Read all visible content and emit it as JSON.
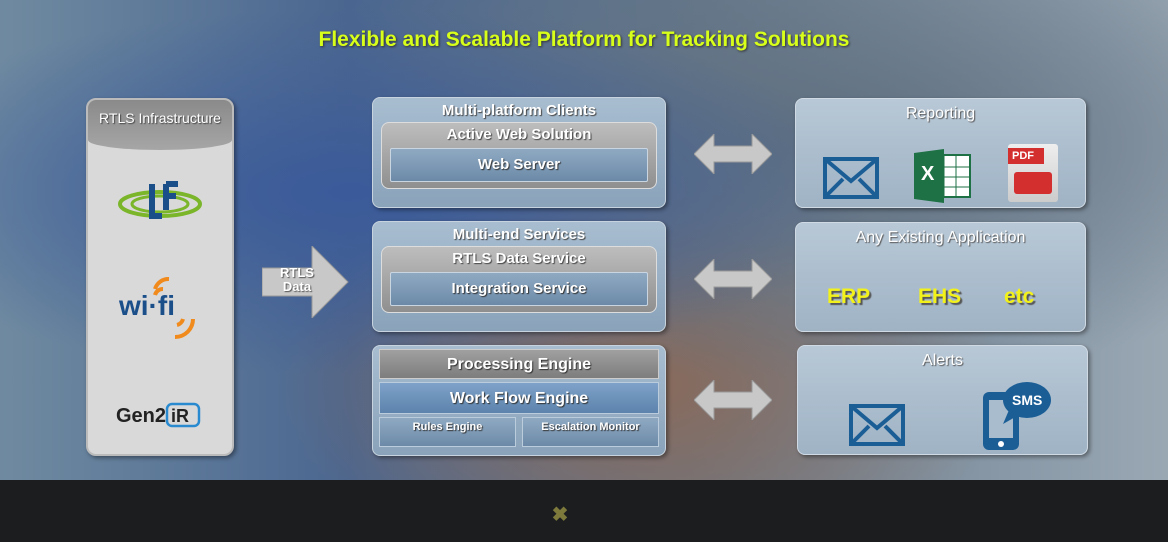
{
  "title": "Flexible and Scalable Platform for Tracking Solutions",
  "infrastructure": {
    "heading": "RTLS Infrastructure",
    "logos": [
      "LF",
      "wi-fi",
      "Gen2iR"
    ]
  },
  "data_arrow": {
    "line1": "RTLS",
    "line2": "Data"
  },
  "clients": {
    "heading": "Multi-platform Clients",
    "inner_heading": "Active Web Solution",
    "bar": "Web Server"
  },
  "services": {
    "heading": "Multi-end Services",
    "inner_heading": "RTLS Data Service",
    "bar": "Integration Service"
  },
  "engine": {
    "processing": "Processing Engine",
    "workflow": "Work Flow Engine",
    "rules": "Rules Engine",
    "escalation": "Escalation Monitor"
  },
  "reporting": {
    "heading": "Reporting",
    "pdf_label": "PDF",
    "excel_label": "X"
  },
  "applications": {
    "heading": "Any Existing Application",
    "items": [
      "ERP",
      "EHS",
      "etc"
    ]
  },
  "alerts": {
    "heading": "Alerts",
    "sms_label": "SMS"
  },
  "footer": {
    "close": "✖"
  },
  "colors": {
    "title": "#d8ff1a",
    "icon_blue": "#1b5e96",
    "excel_green": "#1e7145",
    "pdf_red": "#d32f2f",
    "yellow": "#f2f21a"
  }
}
